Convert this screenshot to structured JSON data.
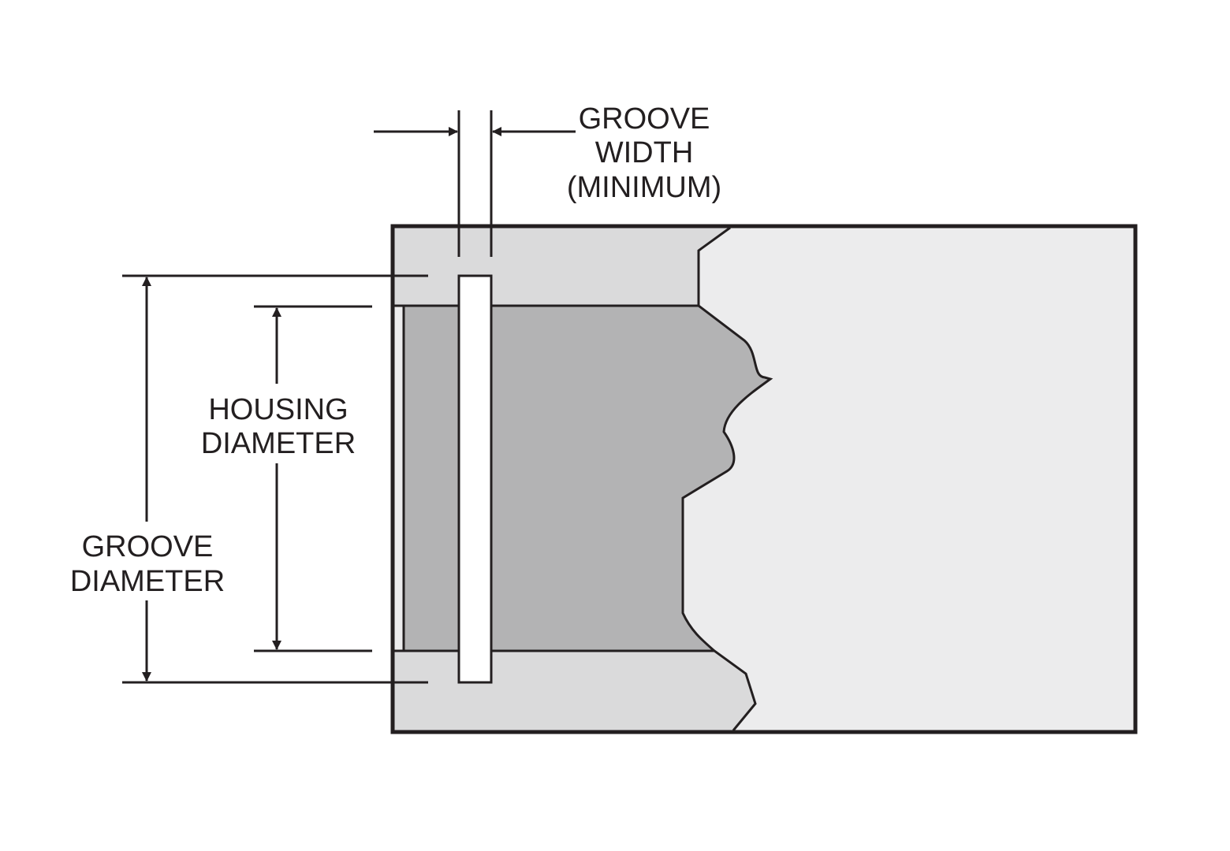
{
  "labels": {
    "groove_width": [
      "GROOVE",
      "WIDTH",
      "(MINIMUM)"
    ],
    "housing_diameter": [
      "HOUSING",
      "DIAMETER"
    ],
    "groove_diameter": [
      "GROOVE",
      "DIAMETER"
    ]
  },
  "colors": {
    "line": "#231f20",
    "housing_section": "#dadadb",
    "bore": "#b3b3b4",
    "outer_body": "#ececed",
    "groove_slot": "#ffffff"
  }
}
